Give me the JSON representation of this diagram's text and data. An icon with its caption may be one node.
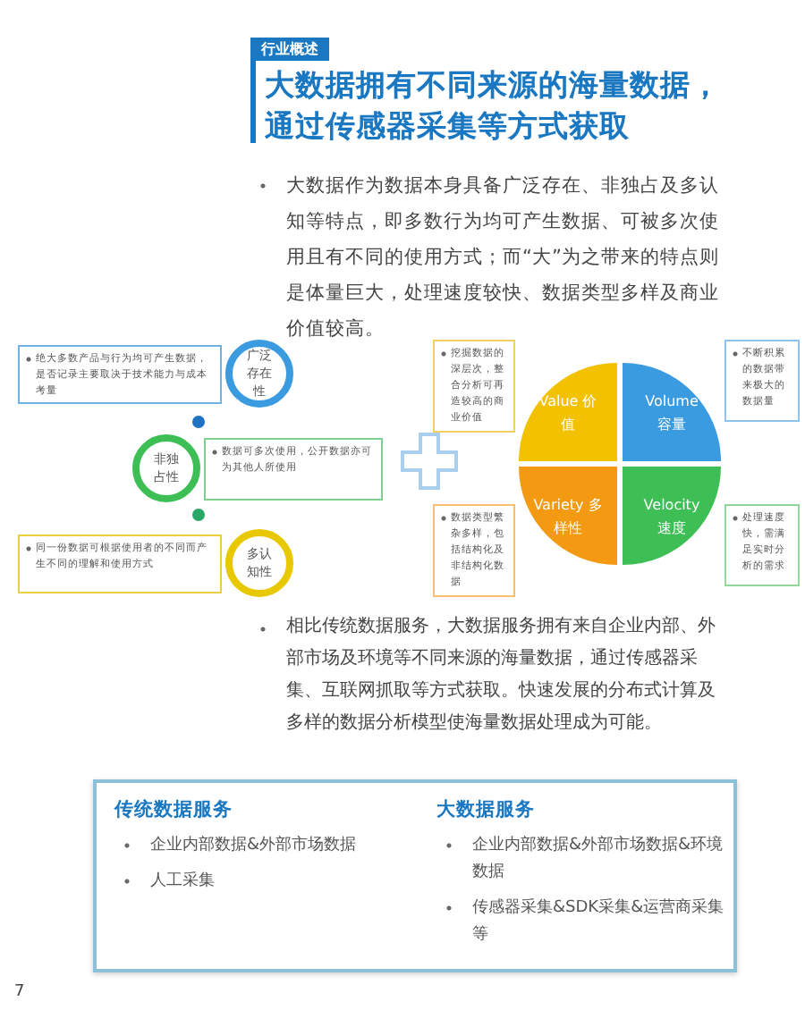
{
  "diagram": {
    "title": "大数据拥有不同来源的海量数据，通过传感器采集等方式获取",
    "nodes": [
      {
        "text": [
          "广泛存在性"
        ]
      },
      {
        "text": [
          "绝大多数产品与行为均可产生数据，是否记录主要取决于技术能力与成本考量"
        ]
      },
      {
        "text": [
          "非独占性"
        ]
      },
      {
        "text": [
          "数据可多次使用，公开数据亦可为其他人所使用"
        ]
      },
      {
        "text": [
          "多认知性"
        ]
      },
      {
        "text": [
          "同一份数据可根据使用者的不同而产生不同的理解和使用方式"
        ]
      },
      {
        "text": [
          "Value 价值"
        ]
      },
      {
        "text": [
          "挖掘数据的深层次，整合分析可再造较高的商业价值"
        ]
      },
      {
        "text": [
          "Volume 容量"
        ]
      },
      {
        "text": [
          "不断积累的数据带来极大的数据量"
        ]
      },
      {
        "text": [
          "Variety 多样性"
        ]
      },
      {
        "text": [
          "数据类型繁杂多样，包括结构化及非结构化数据"
        ]
      },
      {
        "text": [
          "Velocity 速度"
        ]
      },
      {
        "text": [
          "处理速度快，需满足实时分析的需求"
        ]
      },
      {
        "text": [],
        "shape": "box"
      },
      {
        "text": [
          "传统数据服务",
          "企业内部数据&外部市场数据",
          "人工采集"
        ],
        "in": 14
      },
      {
        "text": [
          "大数据服务",
          "企业内部数据&外部市场数据&环境数据",
          "传感器采集&SDK采集&运营商采集等"
        ],
        "in": 14
      }
    ],
    "edges": [],
    "labels": [
      "行业概述",
      "大数据作为数据本身具备广泛存在、非独占及多认知等特点，即多数行为均可产生数据、可被多次使用且有不同的使用方式；而“大”为之带来的特点则是体量巨大，处理速度较快、数据类型多样及商业价值较高。",
      "相比传统数据服务，大数据服务拥有来自企业内部、外部市场及环境等不同来源的海量数据，通过传感器采集、互联网抓取等方式获取。快速发展的分布式计算及多样的数据分析模型使海量数据处理成为可能。",
      "7"
    ]
  }
}
